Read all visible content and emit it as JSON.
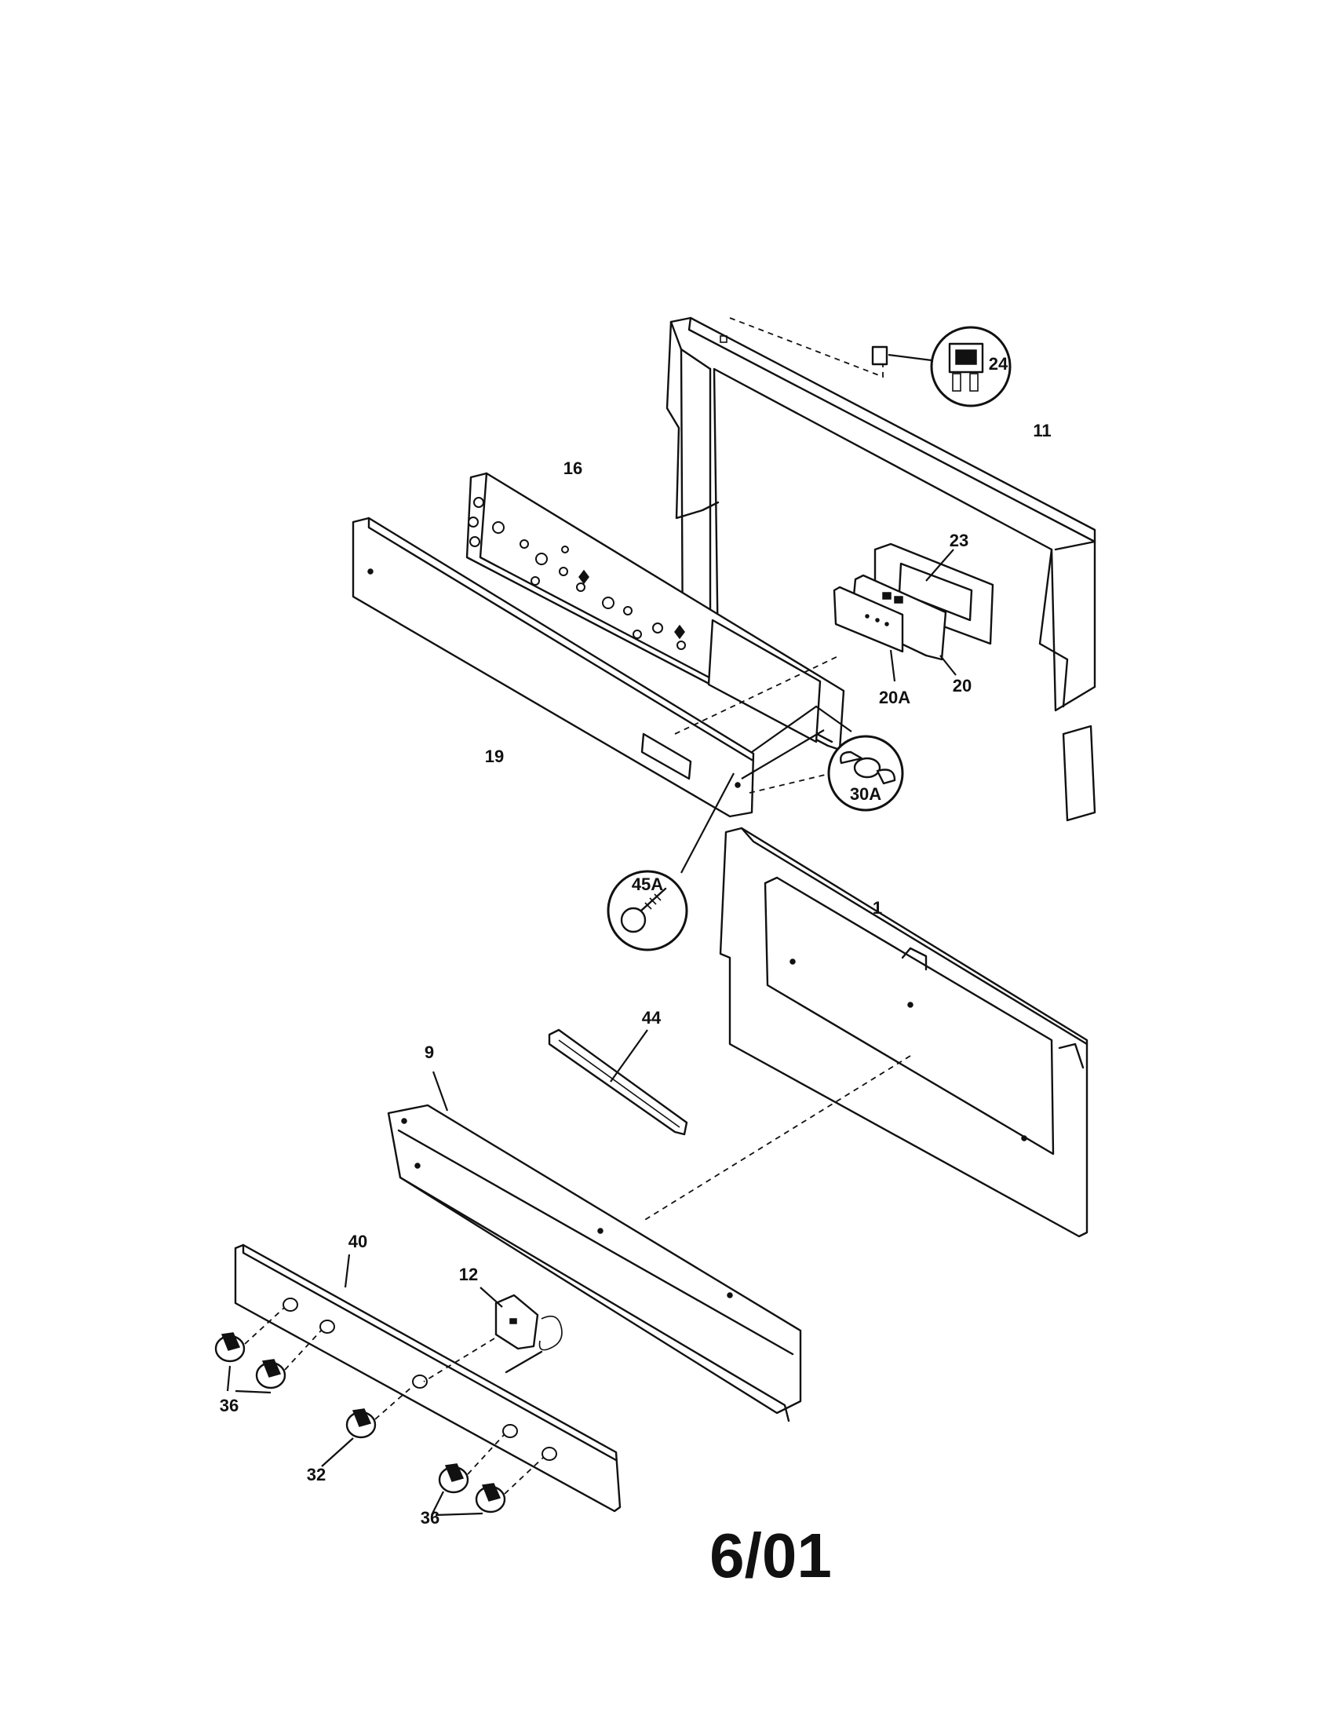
{
  "parts": {
    "p11": "11",
    "p24": "24",
    "p16": "16",
    "p23": "23",
    "p20A": "20A",
    "p20": "20",
    "p19": "19",
    "p30A": "30A",
    "p45A": "45A",
    "p1": "1",
    "p44": "44",
    "p9": "9",
    "p40": "40",
    "p12": "12",
    "p36a": "36",
    "p32": "32",
    "p36b": "36"
  },
  "date_stamp": "6/01"
}
